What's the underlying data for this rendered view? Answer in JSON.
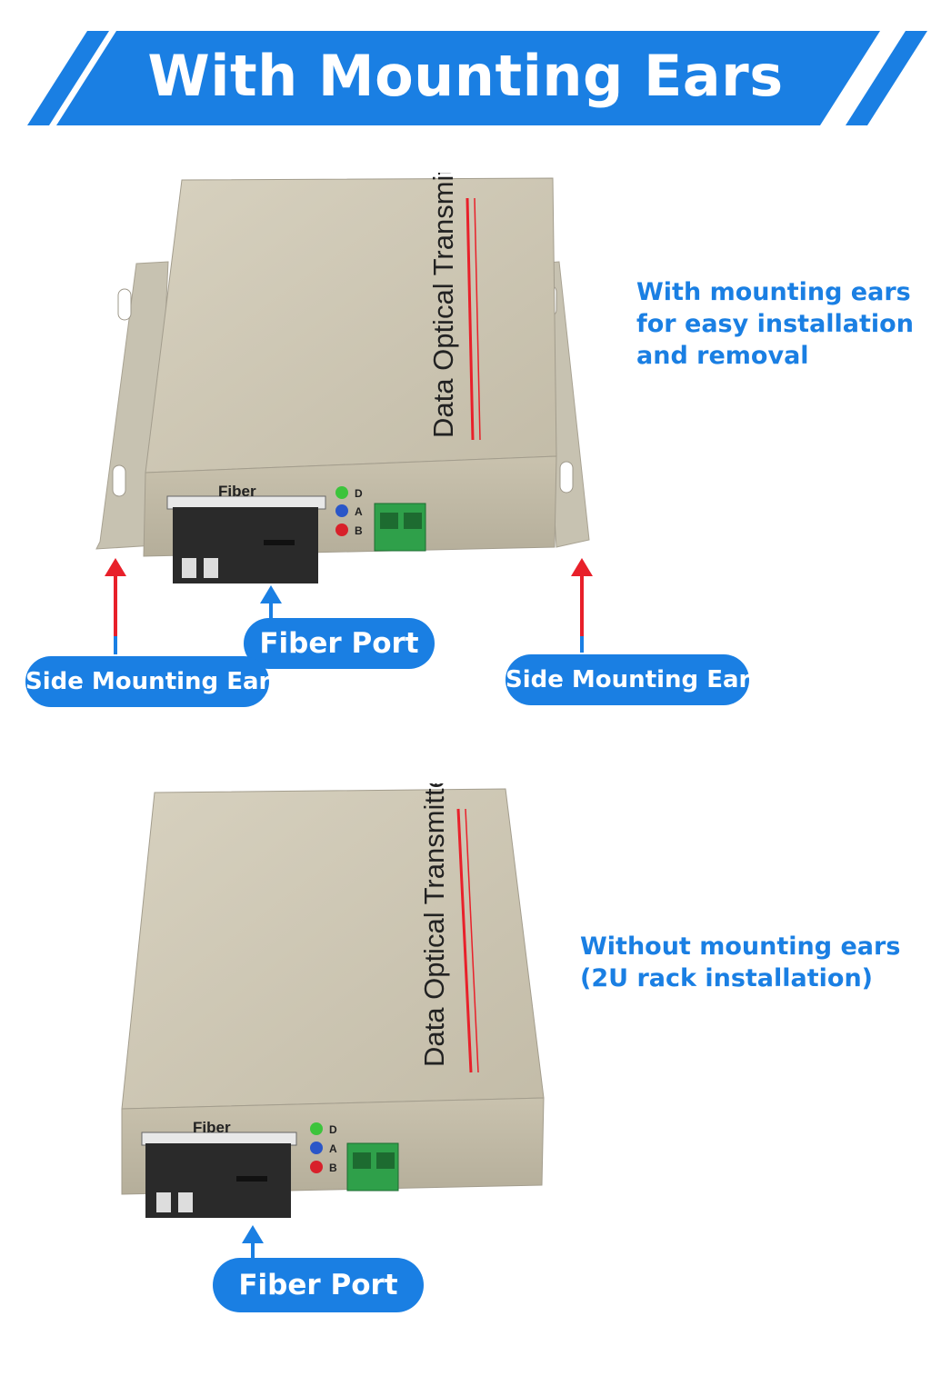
{
  "banner": {
    "title": "With  Mounting Ears"
  },
  "section_with_ears": {
    "description_lines": [
      "With mounting ears",
      "for easy installation",
      "and removal"
    ],
    "device_label": "Data Optical Transmitter",
    "port_label": "Fiber",
    "leds": [
      "D",
      "A",
      "B"
    ],
    "callouts": {
      "fiber_port": "Fiber Port",
      "side_mounting_ear_left": "Side Mounting Ear",
      "side_mounting_ear_right": "Side Mounting Ear"
    }
  },
  "section_without_ears": {
    "description_lines": [
      "Without mounting ears",
      "(2U rack installation)"
    ],
    "device_label": "Data Optical Transmitter",
    "port_label": "Fiber",
    "leds": [
      "D",
      "A",
      "B"
    ],
    "callouts": {
      "fiber_port": "Fiber Port"
    }
  },
  "colors": {
    "accent_blue": "#1a7fe3",
    "arrow_red": "#e8202a",
    "chassis": "#cfc8b4",
    "led_green": "#3cc43c",
    "led_blue": "#2a56c8",
    "led_red": "#d8202a"
  }
}
